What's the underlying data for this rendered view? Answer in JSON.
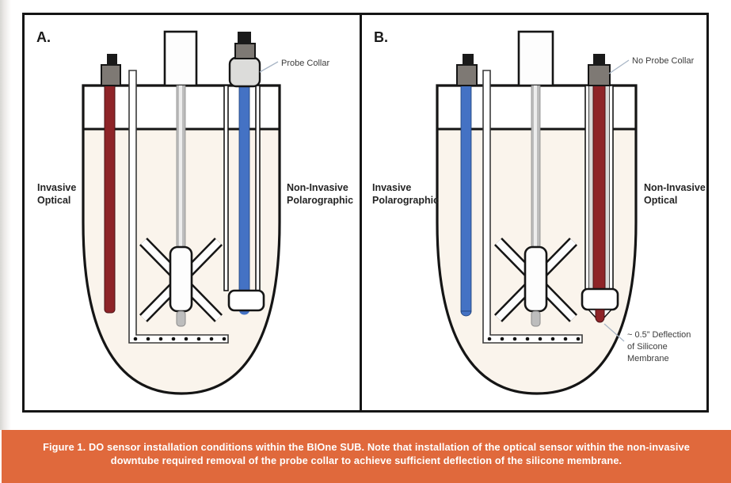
{
  "figure": {
    "panel_a": {
      "title": "A.",
      "left_sensor": {
        "line1": "Invasive",
        "line2": "Optical"
      },
      "right_sensor": {
        "line1": "Non-Invasive",
        "line2": "Polarographic"
      },
      "callout": "Probe Collar"
    },
    "panel_b": {
      "title": "B.",
      "left_sensor": {
        "line1": "Invasive",
        "line2": "Polarographic"
      },
      "right_sensor": {
        "line1": "Non-Invasive",
        "line2": "Optical"
      },
      "callout": "No Probe Collar",
      "membrane_note": {
        "line1": "~ 0.5” Deflection",
        "line2": "of Silicone",
        "line3": "Membrane"
      }
    },
    "caption": {
      "line1": "Figure 1. DO sensor installation conditions within the BIOne SUB. Note that installation of the optical sensor within the non-invasive",
      "line2": "downtube required removal of the probe collar to achieve sufficient deflection of the silicone membrane."
    }
  },
  "colors": {
    "caption_bg": "#e0693c",
    "caption_text": "#ffffff",
    "probe_red": "#8e2428",
    "probe_blue": "#4472c4",
    "cap_gray": "#7e7974",
    "collar_light": "#dcdcda",
    "vessel_fill": "#faf4ec",
    "pointer_line": "#a9b6c6"
  }
}
